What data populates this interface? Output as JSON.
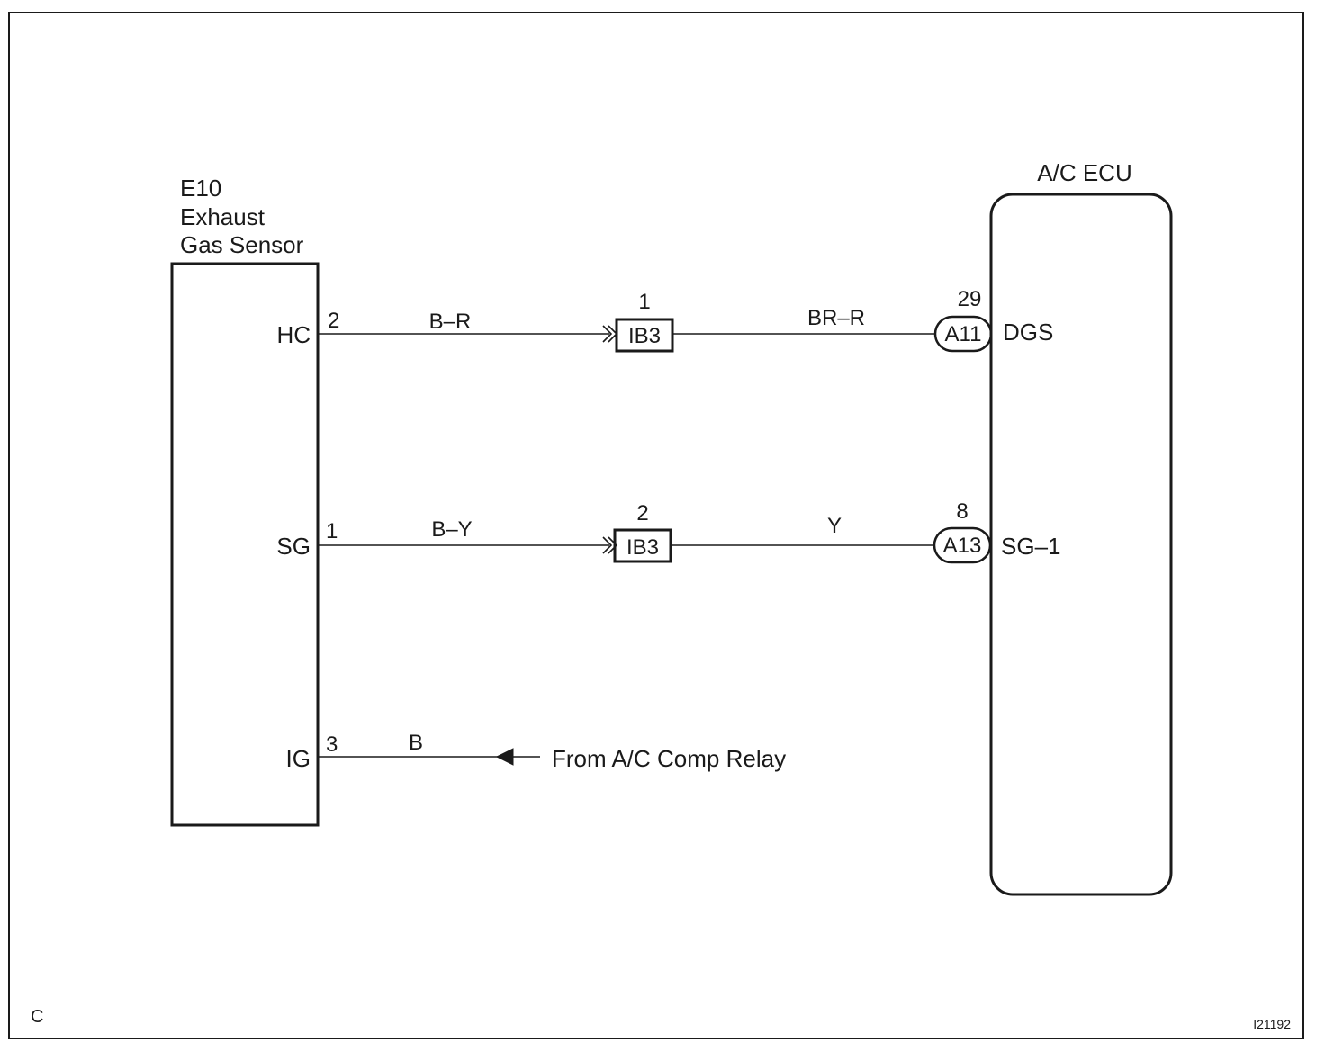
{
  "sensor": {
    "code": "E10",
    "name_line1": "Exhaust",
    "name_line2": "Gas Sensor",
    "pins": [
      {
        "label": "HC",
        "number": "2"
      },
      {
        "label": "SG",
        "number": "1"
      },
      {
        "label": "IG",
        "number": "3"
      }
    ]
  },
  "ecu": {
    "title": "A/C ECU",
    "pins": [
      {
        "label": "DGS",
        "number": "29",
        "connector": "A11"
      },
      {
        "label": "SG–1",
        "number": "8",
        "connector": "A13"
      }
    ]
  },
  "junctions": [
    {
      "label": "IB3",
      "number": "1"
    },
    {
      "label": "IB3",
      "number": "2"
    }
  ],
  "wires": {
    "hc_left": "B–R",
    "hc_right": "BR–R",
    "sg_left": "B–Y",
    "sg_right": "Y",
    "ig": "B"
  },
  "source_label": "From A/C Comp Relay",
  "corner_letter": "C",
  "figure_id": "I21192"
}
